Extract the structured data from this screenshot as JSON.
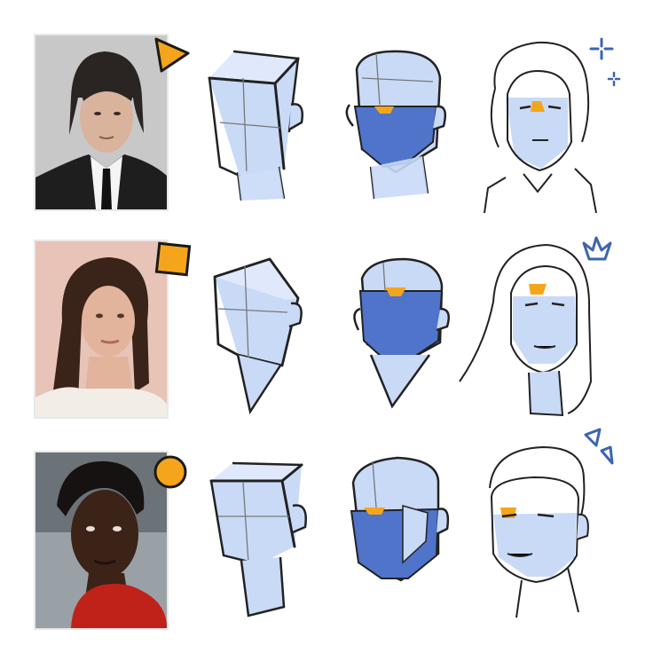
{
  "colors": {
    "background": "#ffffff",
    "accent_orange": "#f5a51c",
    "plane_light": "#c9daf7",
    "plane_dark": "#4f74c9",
    "line": "#222222",
    "sparkle_blue": "#3d63b3"
  },
  "rows": [
    {
      "reference": "portrait-man-dark-hair-suit",
      "badge_shape": "triangle",
      "accent_icon": "sparkle-icon"
    },
    {
      "reference": "portrait-woman-long-hair",
      "badge_shape": "square",
      "accent_icon": "crown-icon"
    },
    {
      "reference": "portrait-woman-short-hair-red-top",
      "badge_shape": "circle",
      "accent_icon": "shard-icon"
    }
  ],
  "stages": [
    "box-head-icon",
    "planes-head-icon",
    "finished-sketch-icon"
  ]
}
